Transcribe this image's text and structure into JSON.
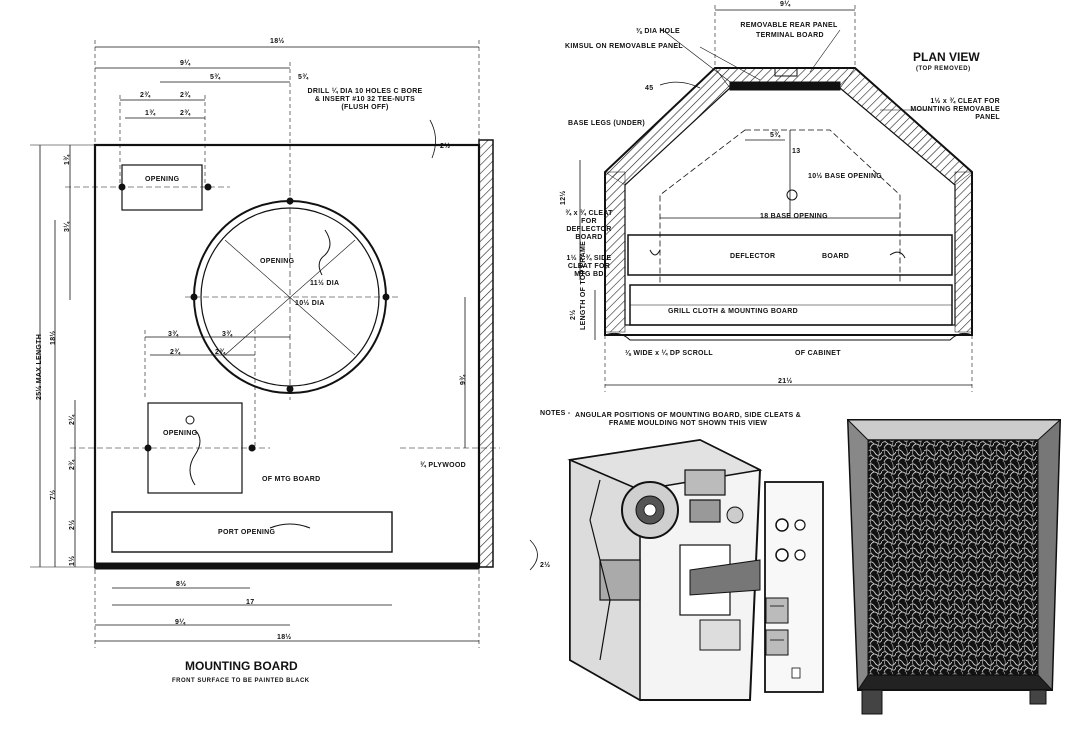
{
  "mounting_board": {
    "title": "MOUNTING BOARD",
    "subtitle": "FRONT SURFACE TO BE PAINTED BLACK",
    "dim_top_overall": "18½",
    "dim_top_a": "9¼",
    "dim_top_b": "5¾",
    "dim_top_c": "5¾",
    "dim_small_a": "2¾",
    "dim_small_b": "2¾",
    "dim_small_c": "1¾",
    "dim_small_d": "2¾",
    "dim_left_a": "1¾",
    "dim_left_b": "3¼",
    "dim_left_c": "2¼",
    "dim_left_d": "2¾",
    "dim_left_e": "2½",
    "dim_left_f": "1½",
    "dim_left_g": "7½",
    "dim_max_length": "25½ MAX LENGTH",
    "dim_18_5": "18½",
    "dim_mid_a": "3¾",
    "dim_mid_b": "3¾",
    "dim_mid_c": "2¾",
    "dim_mid_d": "2¾",
    "dim_right_top": "2½",
    "dim_right_9": "9¾",
    "dim_right_bottom": "2½",
    "dim_bottom_a": "8½",
    "dim_bottom_b": "17",
    "dim_bottom_c": "9¼",
    "dim_bottom_d": "18½",
    "drill_note": "DRILL ¼ DIA 10 HOLES C BORE & INSERT #10 32 TEE-NUTS (FLUSH OFF)",
    "opening_top": "OPENING",
    "opening_circle": "OPENING",
    "dia_outer": "11½ DIA",
    "dia_inner": "10½ DIA",
    "opening_small": "OPENING",
    "of_mtg_board": "OF MTG BOARD",
    "plywood": "¾ PLYWOOD",
    "port_opening": "PORT OPENING"
  },
  "plan_view": {
    "title": "PLAN VIEW",
    "subtitle": "(TOP REMOVED)",
    "removable_rear_panel": "REMOVABLE REAR PANEL",
    "terminal_board": "TERMINAL BOARD",
    "dia_hole": "⅜ DIA HOLE",
    "kimsul": "KIMSUL ON REMOVABLE PANEL",
    "angle_45": "45",
    "base_legs": "BASE LEGS (UNDER)",
    "cleat_removable": "1½ x ¾ CLEAT FOR MOUNTING REMOVABLE PANEL",
    "dim_5": "5¾",
    "dim_13": "13",
    "base_opening_10": "10½ BASE OPENING",
    "dim_left_vert": "12½",
    "cleat_deflector": "¾ x ¾ CLEAT FOR DEFLECTOR BOARD",
    "base_opening_18": "18 BASE OPENING",
    "deflector": "DEFLECTOR",
    "board": "BOARD",
    "side_cleat": "1½ x ¾ SIDE CLEAT FOR MTG BD",
    "length_top_frame": "LENGTH OF TOP FRAME",
    "dim_2": "2½",
    "grill_cloth": "GRILL CLOTH & MOUNTING BOARD",
    "scroll": "⅛ WIDE x ¼ DP SCROLL",
    "of_cabinet": "OF CABINET",
    "dim_bottom": "21½",
    "dim_top": "9¼"
  },
  "notes": {
    "label": "NOTES -",
    "text": "ANGULAR POSITIONS OF MOUNTING BOARD, SIDE CLEATS & FRAME MOULDING NOT SHOWN THIS VIEW"
  }
}
